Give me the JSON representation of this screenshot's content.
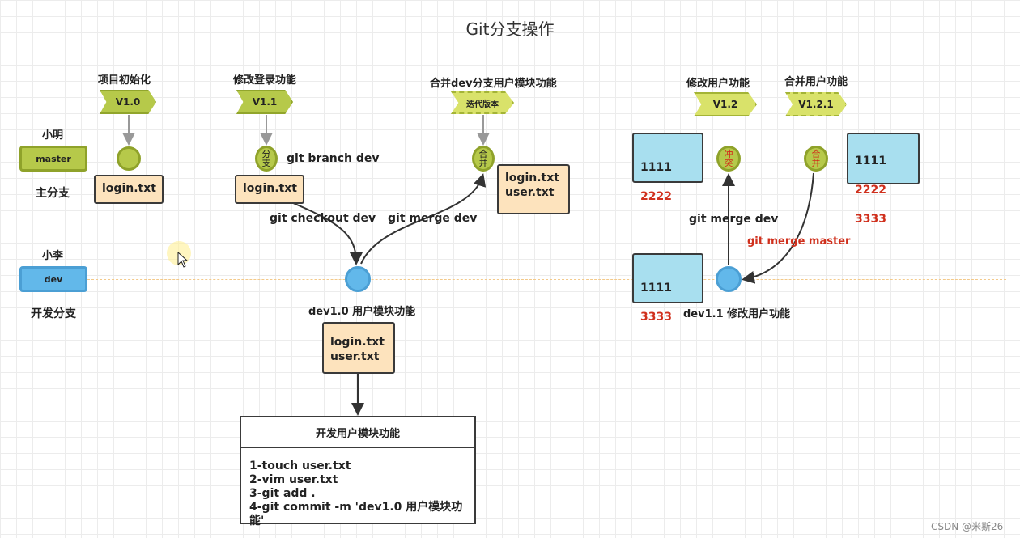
{
  "title": "Git分支操作",
  "branches": {
    "master": {
      "owner": "小明",
      "label": "master",
      "caption": "主分支",
      "color": "#b6c94a"
    },
    "dev": {
      "owner": "小李",
      "label": "dev",
      "caption": "开发分支",
      "color": "#62b8ea"
    }
  },
  "tags": [
    {
      "heading": "项目初始化",
      "label": "V1.0"
    },
    {
      "heading": "修改登录功能",
      "label": "V1.1"
    },
    {
      "heading": "合并dev分支用户模块功能",
      "label": "迭代版本"
    },
    {
      "heading": "修改用户功能",
      "label": "V1.2"
    },
    {
      "heading": "合并用户功能",
      "label": "V1.2.1"
    }
  ],
  "nodes": {
    "branch_node": "分支",
    "merge_node": "合并",
    "conflict_node": "冲突",
    "merge2_node": "合并"
  },
  "commands": {
    "branch": "git branch dev",
    "checkout": "git checkout dev",
    "merge": "git merge dev",
    "merge2": "git merge dev",
    "merge_master": "git merge master"
  },
  "files": {
    "init": "login.txt",
    "v11": "login.txt",
    "merged": "login.txt\nuser.txt",
    "dev10": "login.txt\nuser.txt"
  },
  "data_boxes": {
    "master_v12": {
      "line1": "1111",
      "line2": "2222"
    },
    "merged_v121": {
      "line1": "1111",
      "line2": "2222",
      "line3": "3333"
    },
    "dev11": {
      "line1": "1111",
      "line2": "3333"
    }
  },
  "dev_labels": {
    "dev10": "dev1.0 用户模块功能",
    "dev11": "dev1.1 修改用户功能"
  },
  "task": {
    "heading": "开发用户模块功能",
    "steps": [
      "1-touch user.txt",
      "2-vim user.txt",
      "3-git add .",
      "4-git commit -m 'dev1.0 用户模块功能'"
    ]
  },
  "watermark": "CSDN @米斯26",
  "colors": {
    "accent_red": "#d0301d",
    "file_fill": "#fde3bd",
    "data_fill": "#a8dfef"
  }
}
